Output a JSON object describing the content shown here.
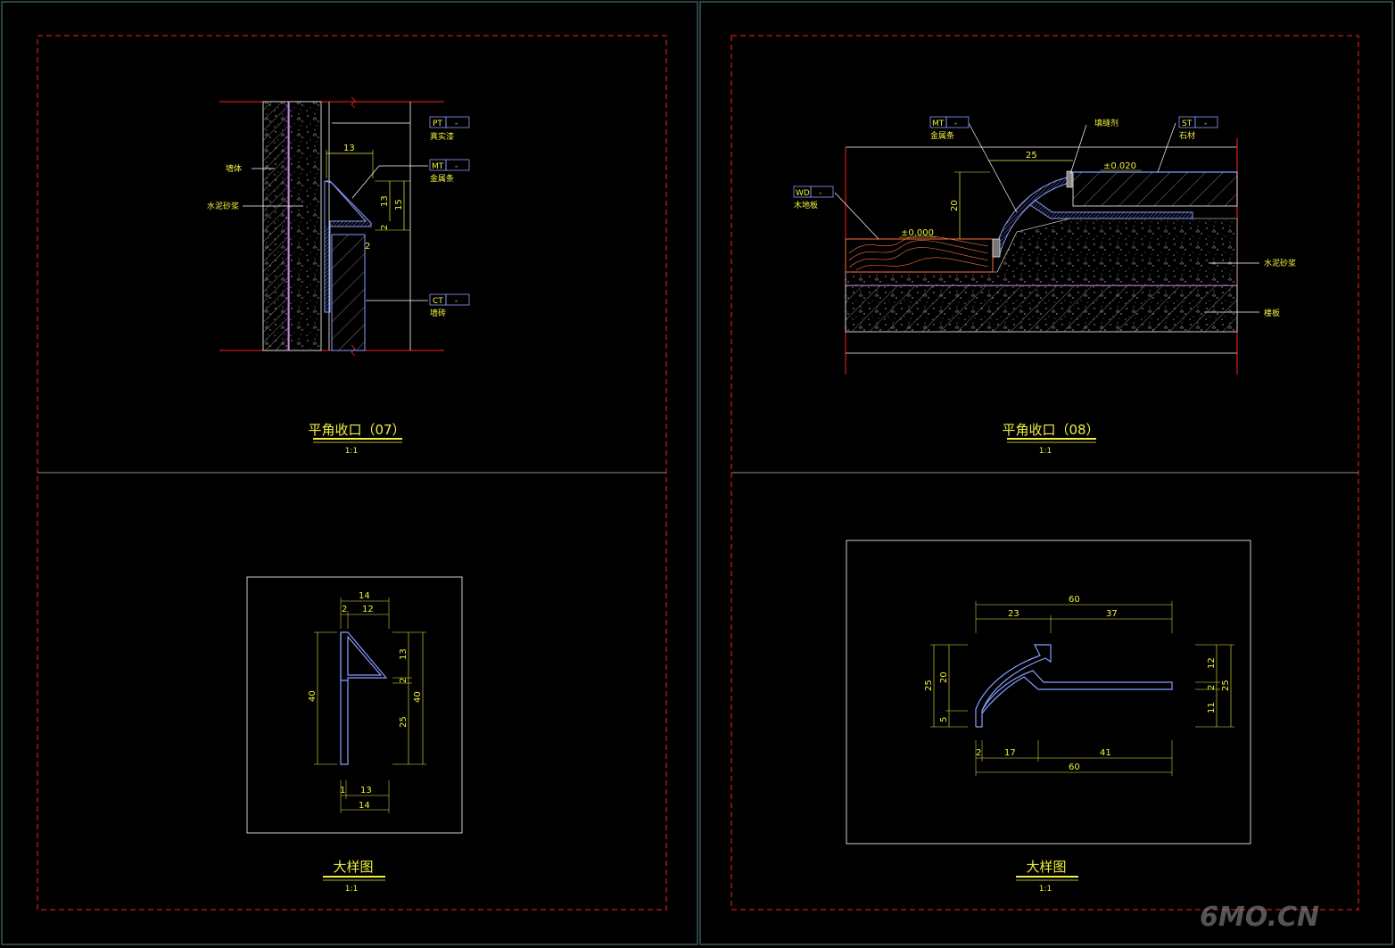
{
  "sheet": {
    "panels": [
      {
        "title": "平角收口（07）",
        "scale": "1:1"
      },
      {
        "title": "平角收口（08）",
        "scale": "1:1"
      },
      {
        "title": "大样图",
        "scale": "1:1"
      },
      {
        "title": "大样图",
        "scale": "1:1"
      }
    ],
    "watermark": "6MO.CN"
  },
  "detail07": {
    "tags": [
      {
        "code": "PT",
        "value": "-",
        "name": "真实漆"
      },
      {
        "code": "MT",
        "value": "-",
        "name": "金属条"
      },
      {
        "code": "CT",
        "value": "-",
        "name": "墙砖"
      }
    ],
    "labels": {
      "wall": "墙体",
      "mortar": "水泥砂浆"
    },
    "dims": {
      "top": "13",
      "h1": "13",
      "h2": "15",
      "h3": "2",
      "gap": "2"
    }
  },
  "detail08": {
    "tags": [
      {
        "code": "MT",
        "value": "-",
        "name": "金属条"
      },
      {
        "code": "ST",
        "value": "-",
        "name": "石材"
      },
      {
        "code": "WD",
        "value": "-",
        "name": "木地板"
      }
    ],
    "labels": {
      "sealant": "填缝剂",
      "mortar": "水泥砂浆",
      "slab": "楼板"
    },
    "levels": {
      "stone": "±0.020",
      "wood": "±0.000"
    },
    "dims": {
      "horizontal": "25",
      "vertical": "20"
    }
  },
  "profile07": {
    "dims": {
      "top_total": "14",
      "top_a": "2",
      "top_b": "12",
      "left": "40",
      "right_total": "40",
      "r1": "13",
      "r2": "2",
      "r3": "25",
      "bot_a": "1",
      "bot_b": "13",
      "bot_total": "14"
    }
  },
  "profile08": {
    "dims": {
      "top_total": "60",
      "top_a": "23",
      "top_b": "37",
      "left_total": "25",
      "left_a": "20",
      "left_b": "5",
      "right_total": "25",
      "r1": "12",
      "r2": "2",
      "r3": "11",
      "bot_a": "2",
      "bot_b": "17",
      "bot_c": "41",
      "bot_total": "60"
    }
  },
  "colors": {
    "frame": "#ff2020",
    "line": "#ffffff",
    "profile": "#8a9cff",
    "text": "#f0f040",
    "magenta": "#c040ff",
    "hatch": "#cfcfcf",
    "wood": "#ff7040",
    "leader": "#ffffff"
  }
}
